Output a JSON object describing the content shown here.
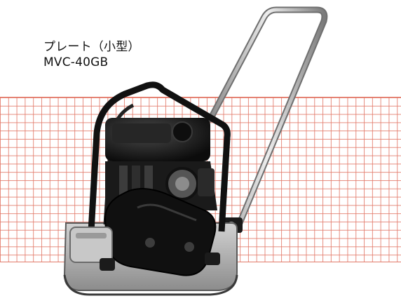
{
  "caption": {
    "category": "プレート（小型）",
    "model": "MVC-40GB"
  },
  "colors": {
    "grid_line": "#e27868",
    "machine_black": "#151515",
    "steel_gray": "#a8a8a8",
    "background": "#ffffff"
  },
  "icons": {
    "brand_logo": "triangle-mark-logo"
  }
}
